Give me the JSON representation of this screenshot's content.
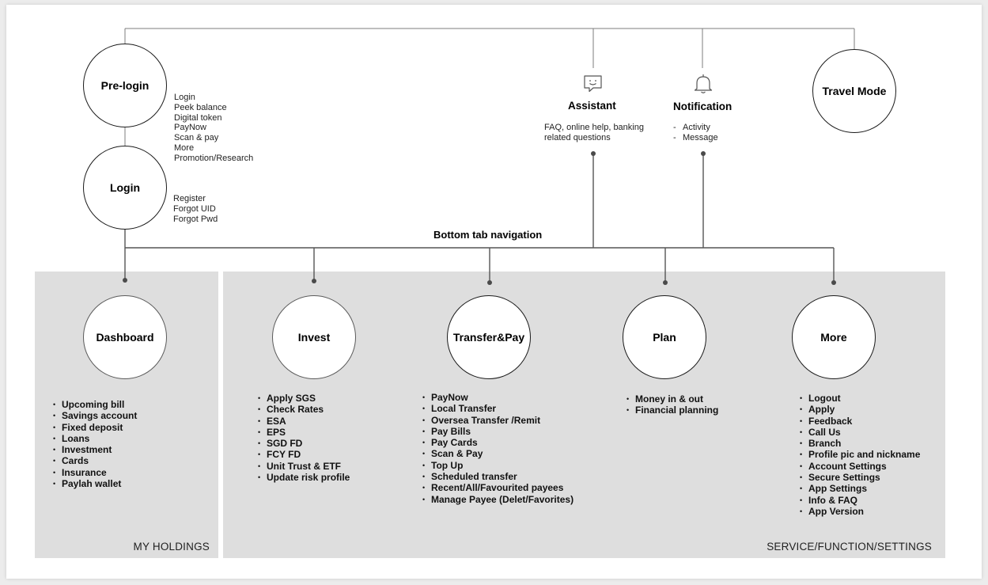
{
  "nodes": {
    "prelogin": "Pre-login",
    "login": "Login",
    "assistant": "Assistant",
    "notification": "Notification",
    "travel_mode": "Travel Mode",
    "dashboard": "Dashboard",
    "invest": "Invest",
    "transfer_pay": "Transfer&Pay",
    "plan": "Plan",
    "more": "More"
  },
  "prelogin_items": [
    "Login",
    "Peek balance",
    "Digital token",
    "PayNow",
    "Scan & pay",
    "More",
    "Promotion/Research"
  ],
  "login_items": [
    "Register",
    "Forgot UID",
    "Forgot Pwd"
  ],
  "assistant_desc": [
    "FAQ, online help, banking",
    "related questions"
  ],
  "notification_items": [
    "Activity",
    "Message"
  ],
  "bottom_nav_label": "Bottom tab navigation",
  "dashboard_items": [
    "Upcoming bill",
    "Savings account",
    "Fixed deposit",
    "Loans",
    "Investment",
    "Cards",
    "Insurance",
    "Paylah wallet"
  ],
  "invest_items": [
    "Apply SGS",
    "Check Rates",
    "ESA",
    "EPS",
    "SGD FD",
    "FCY FD",
    "Unit Trust & ETF",
    "Update risk profile"
  ],
  "transfer_items": [
    "PayNow",
    "Local Transfer",
    "Oversea Transfer /Remit",
    "Pay Bills",
    "Pay Cards",
    "Scan & Pay",
    "Top Up",
    "Scheduled transfer",
    "Recent/All/Favourited payees",
    "Manage Payee (Delet/Favorites)"
  ],
  "plan_items": [
    "Money in & out",
    "Financial planning"
  ],
  "more_items": [
    "Logout",
    "Apply",
    "Feedback",
    "Call Us",
    "Branch",
    "Profile pic and nickname",
    "Account Settings",
    "Secure Settings",
    "App Settings",
    "Info & FAQ",
    "App Version"
  ],
  "panels": {
    "holdings": "MY HOLDINGS",
    "service": "SERVICE/FUNCTION/SETTINGS"
  },
  "icons": {
    "assistant": "chat-smile-icon",
    "notification": "bell-icon"
  }
}
